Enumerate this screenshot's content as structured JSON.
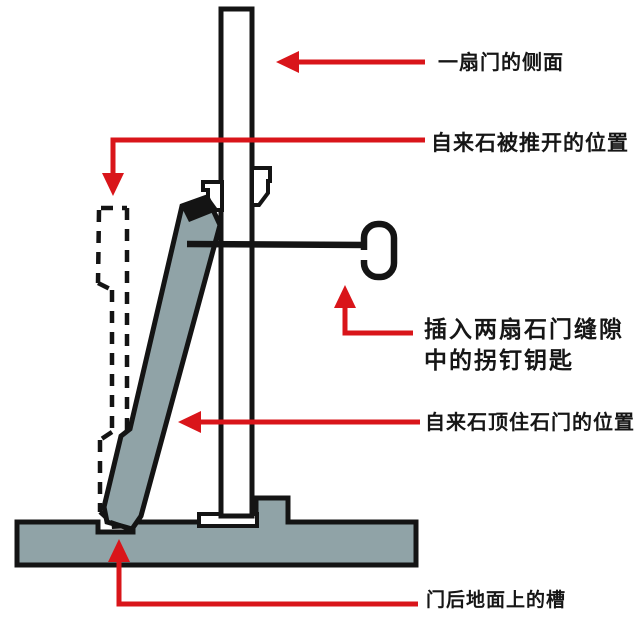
{
  "colors": {
    "annotation_red": "#d9151a",
    "stone_gray": "#90a3a7",
    "outline_black": "#141414",
    "background": "#ffffff",
    "label_text": "#161616"
  },
  "diagram": {
    "labels": {
      "door_side": "一扇门的侧面",
      "stone_pushed_open": "自来石被推开的位置",
      "key_line1": "插入两扇石门缝隙",
      "key_line2": "中的拐钉钥匙",
      "stone_propping": "自来石顶住石门的位置",
      "floor_groove": "门后地面上的槽"
    }
  }
}
